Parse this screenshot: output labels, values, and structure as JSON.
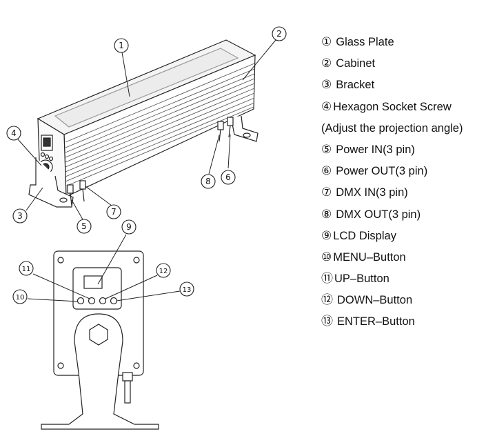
{
  "legend": [
    {
      "num": "①",
      "label": "Glass Plate"
    },
    {
      "num": "②",
      "label": "Cabinet"
    },
    {
      "num": "③",
      "label": "Bracket"
    },
    {
      "num": "④",
      "label": "Hexagon Socket Screw"
    },
    {
      "num": "",
      "label": "(Adjust the projection angle)"
    },
    {
      "num": "⑤",
      "label": "Power IN(3 pin)"
    },
    {
      "num": "⑥",
      "label": "Power OUT(3 pin)"
    },
    {
      "num": "⑦",
      "label": "DMX IN(3 pin)"
    },
    {
      "num": "⑧",
      "label": "DMX OUT(3 pin)"
    },
    {
      "num": "⑨",
      "label": "LCD Display"
    },
    {
      "num": "⑩",
      "label": "MENU–Button"
    },
    {
      "num": "⑪",
      "label": "UP–Button"
    },
    {
      "num": "⑫",
      "label": "DOWN–Button"
    },
    {
      "num": "⑬",
      "label": "ENTER–Button"
    }
  ],
  "callouts": {
    "c1": "1",
    "c2": "2",
    "c3": "3",
    "c4": "4",
    "c5": "5",
    "c6": "6",
    "c7": "7",
    "c8": "8",
    "c9": "9",
    "c10": "10",
    "c11": "11",
    "c12": "12",
    "c13": "13"
  }
}
